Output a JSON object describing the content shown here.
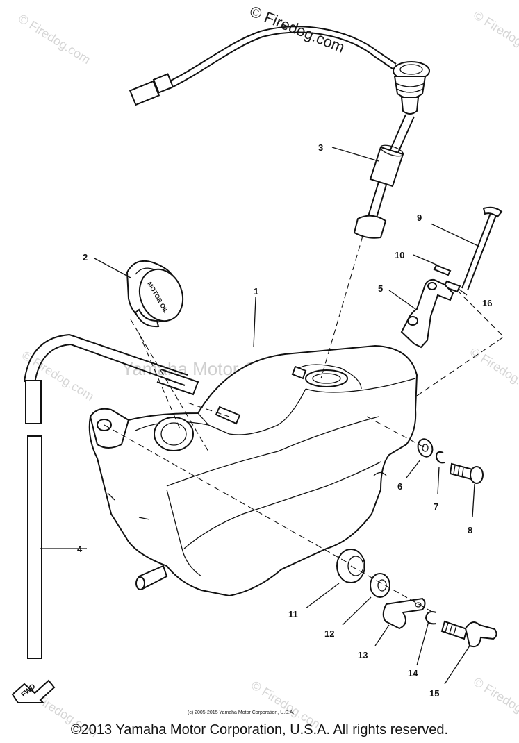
{
  "watermarks": {
    "site_main": "© Firedog.com",
    "site_repeat": "© Firedog.com",
    "corp": "Yamaha Motor Corp., U.S.A."
  },
  "labels": {
    "fwd": "FWD",
    "cap_text": "MOTOR OIL"
  },
  "parts": [
    {
      "number": "1"
    },
    {
      "number": "2"
    },
    {
      "number": "3"
    },
    {
      "number": "4"
    },
    {
      "number": "5"
    },
    {
      "number": "6"
    },
    {
      "number": "7"
    },
    {
      "number": "8"
    },
    {
      "number": "9"
    },
    {
      "number": "10"
    },
    {
      "number": "11"
    },
    {
      "number": "12"
    },
    {
      "number": "13"
    },
    {
      "number": "14"
    },
    {
      "number": "15"
    },
    {
      "number": "16"
    }
  ],
  "small_copyright": "(c) 2005-2015 Yamaha Motor Corporation, U.S.A.",
  "footer": "©2013 Yamaha Motor Corporation, U.S.A. All rights reserved."
}
